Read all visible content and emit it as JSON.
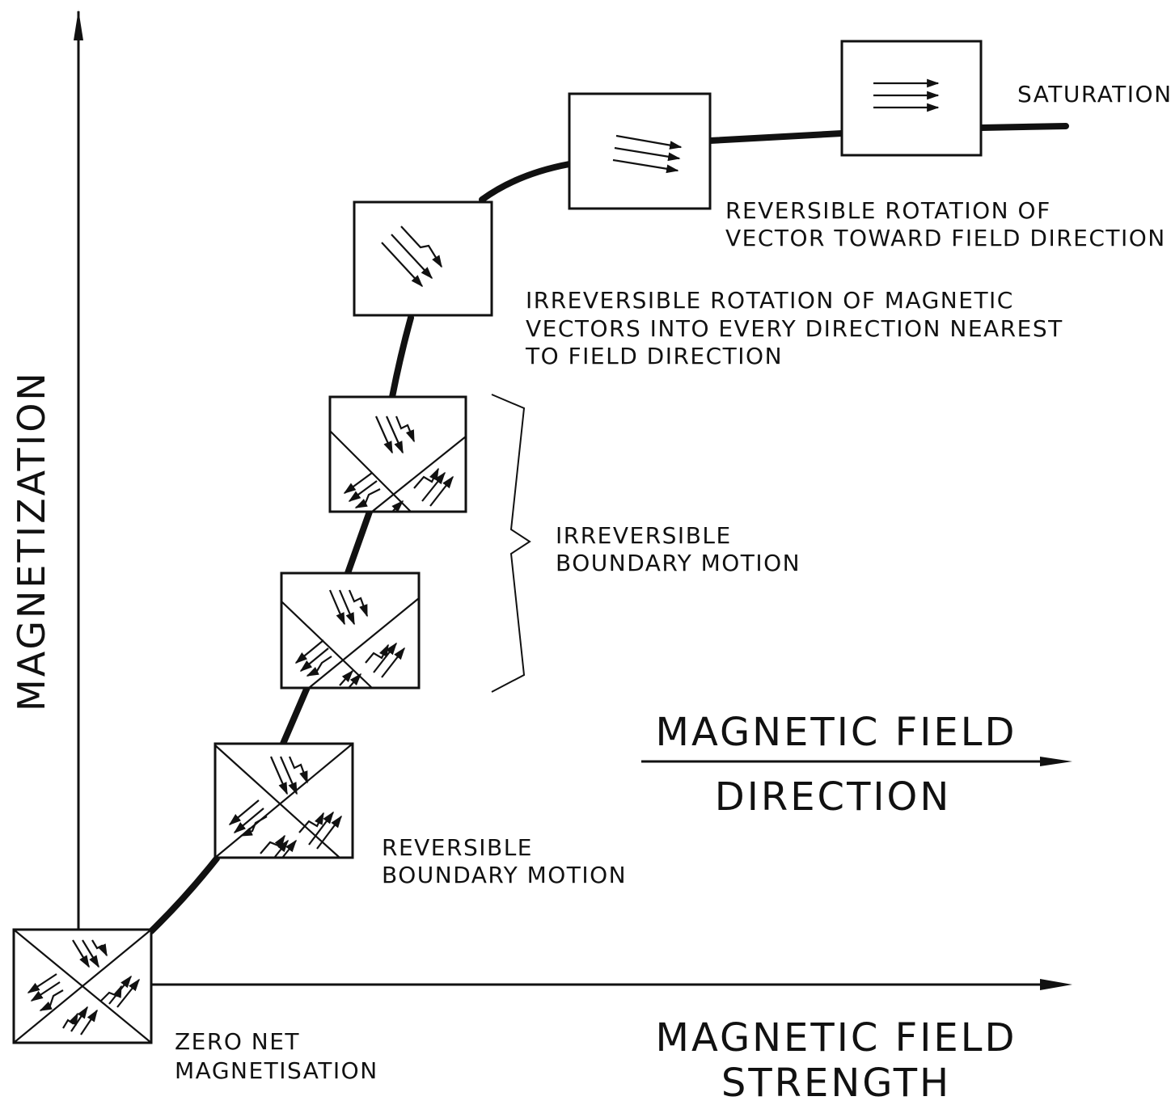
{
  "axes": {
    "y_label": "MAGNETIZATION",
    "x_label_line1": "MAGNETIC FIELD",
    "x_label_line2": "STRENGTH"
  },
  "field_direction": {
    "line1": "MAGNETIC FIELD",
    "line2": "DIRECTION"
  },
  "stages": {
    "zero_net": {
      "line1": "ZERO NET",
      "line2": "MAGNETISATION"
    },
    "reversible_boundary": {
      "line1": "REVERSIBLE",
      "line2": "BOUNDARY MOTION"
    },
    "irreversible_boundary": {
      "line1": "IRREVERSIBLE",
      "line2": "BOUNDARY MOTION"
    },
    "irreversible_rotation": {
      "line1": "IRREVERSIBLE ROTATION OF MAGNETIC",
      "line2": "VECTORS INTO EVERY DIRECTION NEAREST",
      "line3": "TO FIELD DIRECTION"
    },
    "reversible_rotation": {
      "line1": "REVERSIBLE ROTATION OF",
      "line2": "VECTOR TOWARD FIELD DIRECTION"
    },
    "saturation": {
      "line1": "SATURATION"
    }
  }
}
